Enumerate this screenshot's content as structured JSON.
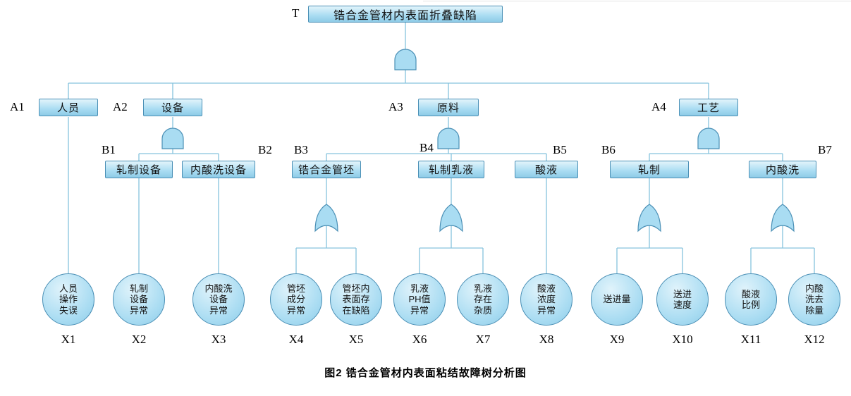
{
  "figure": {
    "caption": "图2  锆合金管材内表面粘结故障树分析图"
  },
  "tree": {
    "top_event": {
      "id": "T",
      "label": "锆合金管材内表面折叠缺陷"
    },
    "intermediate_a": [
      {
        "id": "A1",
        "label": "人员"
      },
      {
        "id": "A2",
        "label": "设备"
      },
      {
        "id": "A3",
        "label": "原料"
      },
      {
        "id": "A4",
        "label": "工艺"
      }
    ],
    "intermediate_b": [
      {
        "id": "B1",
        "label": "轧制设备"
      },
      {
        "id": "B2",
        "label": "内酸洗设备"
      },
      {
        "id": "B3",
        "label": "锆合金管坯"
      },
      {
        "id": "B4",
        "label": "轧制乳液"
      },
      {
        "id": "B5",
        "label": "酸液"
      },
      {
        "id": "B6",
        "label": "轧制"
      },
      {
        "id": "B7",
        "label": "内酸洗"
      }
    ],
    "basic_events": [
      {
        "id": "X1",
        "label": "人员\n操作\n失误"
      },
      {
        "id": "X2",
        "label": "轧制\n设备\n异常"
      },
      {
        "id": "X3",
        "label": "内酸洗\n设备\n异常"
      },
      {
        "id": "X4",
        "label": "管坯\n成分\n异常"
      },
      {
        "id": "X5",
        "label": "管坯内\n表面存\n在缺陷"
      },
      {
        "id": "X6",
        "label": "乳液\nPH值\n异常"
      },
      {
        "id": "X7",
        "label": "乳液\n存在\n杂质"
      },
      {
        "id": "X8",
        "label": "酸液\n浓度\n异常"
      },
      {
        "id": "X9",
        "label": "送进量"
      },
      {
        "id": "X10",
        "label": "送进\n速度"
      },
      {
        "id": "X11",
        "label": "酸液\n比例"
      },
      {
        "id": "X12",
        "label": "内酸\n洗去\n除量"
      }
    ],
    "structure": [
      {
        "parent": "T",
        "gate": "AND",
        "children": [
          "A1",
          "A2",
          "A3",
          "A4"
        ]
      },
      {
        "parent": "A1",
        "gate": null,
        "children": [
          "X1"
        ]
      },
      {
        "parent": "A2",
        "gate": "AND",
        "children": [
          "B1",
          "B2"
        ]
      },
      {
        "parent": "A3",
        "gate": "AND",
        "children": [
          "B3",
          "B4",
          "B5"
        ]
      },
      {
        "parent": "A4",
        "gate": "AND",
        "children": [
          "B6",
          "B7"
        ]
      },
      {
        "parent": "B1",
        "gate": null,
        "children": [
          "X2"
        ]
      },
      {
        "parent": "B2",
        "gate": null,
        "children": [
          "X3"
        ]
      },
      {
        "parent": "B3",
        "gate": "OR",
        "children": [
          "X4",
          "X5"
        ]
      },
      {
        "parent": "B4",
        "gate": "OR",
        "children": [
          "X6",
          "X7"
        ]
      },
      {
        "parent": "B5",
        "gate": null,
        "children": [
          "X8"
        ]
      },
      {
        "parent": "B6",
        "gate": "OR",
        "children": [
          "X9",
          "X10"
        ]
      },
      {
        "parent": "B7",
        "gate": "OR",
        "children": [
          "X11",
          "X12"
        ]
      }
    ]
  },
  "colors": {
    "node_fill": "#a9dcf2",
    "node_border": "#4a8fb5",
    "connector": "#86c3dd",
    "text": "#111111"
  }
}
